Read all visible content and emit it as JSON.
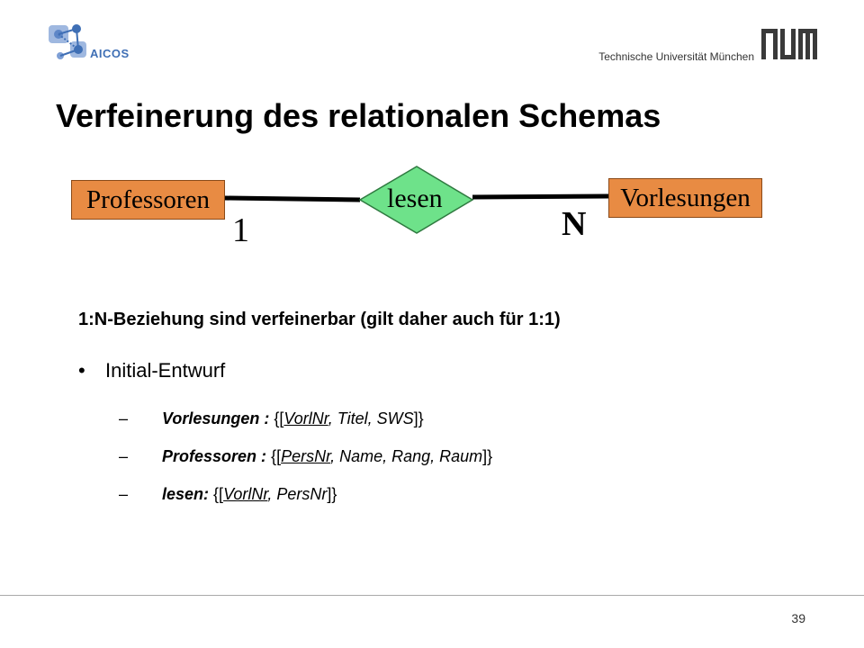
{
  "header": {
    "aicos_label": "AICOS",
    "university": "Technische Universität München"
  },
  "slide": {
    "title": "Verfeinerung des relationalen Schemas",
    "page_number": "39"
  },
  "er_diagram": {
    "entity_left": "Professoren",
    "entity_right": "Vorlesungen",
    "relationship": "lesen",
    "cardinality_left": "1",
    "cardinality_right": "N",
    "colors": {
      "entity_fill": "#e88b43",
      "relationship_fill": "#6ee28a"
    }
  },
  "content": {
    "heading": "1:N-Beziehung sind verfeinerbar (gilt daher auch für 1:1)",
    "bullet": "Initial-Entwurf",
    "schemas": [
      {
        "name": "Vorlesungen :",
        "open": "{[",
        "key": "VorlNr",
        "rest": ", Titel, SWS",
        "close": "]}"
      },
      {
        "name": "Professoren :",
        "open": "{[",
        "key": "PersNr",
        "rest": ", Name, Rang, Raum",
        "close": "]}"
      },
      {
        "name": "lesen:",
        "open": "{[",
        "key": "VorlNr",
        "rest": ", PersNr",
        "close": "]}"
      }
    ]
  }
}
